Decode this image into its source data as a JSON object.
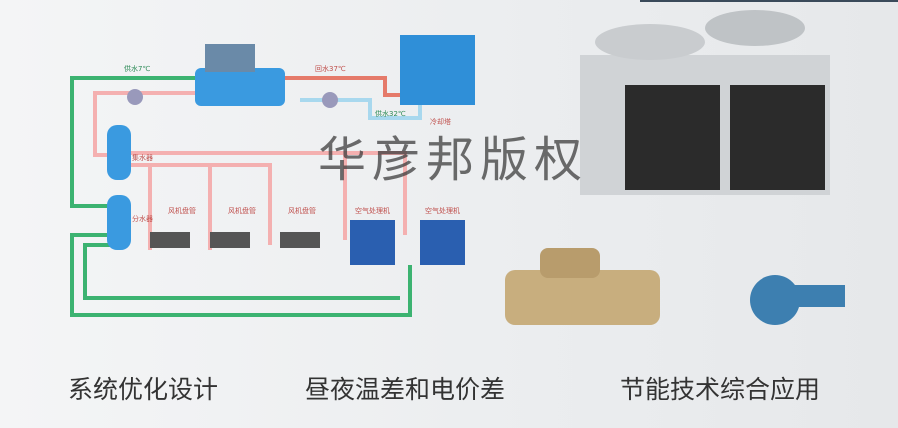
{
  "diagram": {
    "supply_7": "供水7℃",
    "return_37": "回水37℃",
    "supply_32": "供水32℃",
    "cooling_tower": "冷却塔",
    "collector": "集水器",
    "distributor": "分水器",
    "fan_coils": [
      "风机盘管",
      "风机盘管",
      "风机盘管"
    ],
    "ahus": [
      "空气处理机",
      "空气处理机"
    ]
  },
  "watermark": "华彦邦版权",
  "captions": [
    "系统优化设计",
    "昼夜温差和电价差",
    "节能技术综合应用"
  ],
  "colors": {
    "supply": "#3cb371",
    "return": "#f4a6a6",
    "cooling": "#9fd3ea",
    "equipment": "#2f8fd8"
  }
}
